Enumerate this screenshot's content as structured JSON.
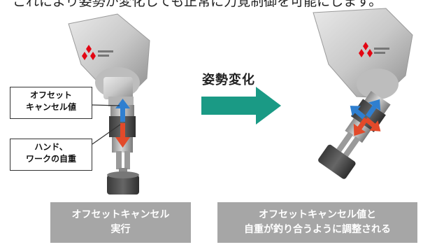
{
  "header": {
    "caption": "これにより姿勢が変化しても正常に力覚制御を可能にします。"
  },
  "left_robot": {
    "callout_offset": [
      "オフセット",
      "キャンセル値"
    ],
    "callout_hand": [
      "ハンド、",
      "ワークの自重"
    ]
  },
  "transition": {
    "label": "姿勢変化",
    "arrow_color": "#1a9a85"
  },
  "captions": {
    "left": [
      "オフセットキャンセル",
      "実行"
    ],
    "right": [
      "オフセットキャンセル値と",
      "自重が釣り合うように調整される"
    ]
  },
  "colors": {
    "offset_arrow": "#2f7fd0",
    "gravity_arrow": "#e24a2a",
    "caption_bg": "#a6a6a6",
    "logo_red": "#e30613"
  },
  "icons": [
    "mitsubishi-logo-icon",
    "mitsubishi-logo-icon",
    "offset-up-arrow-icon",
    "gravity-down-arrow-icon",
    "cross-arrows-icon"
  ]
}
